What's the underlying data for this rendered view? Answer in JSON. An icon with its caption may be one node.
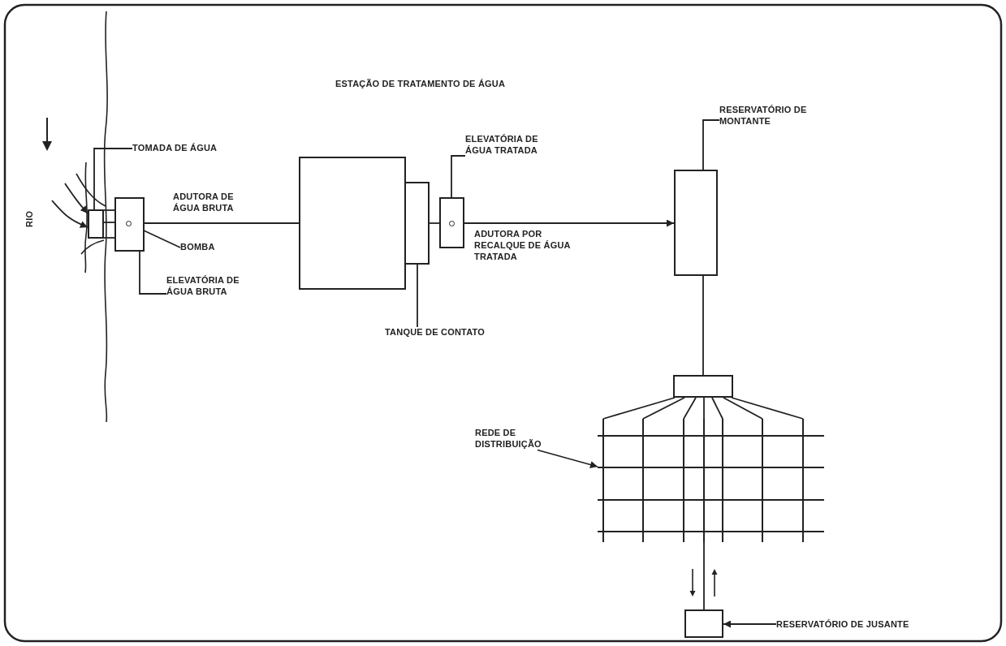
{
  "diagram": {
    "nodes": [
      {
        "text": [
          "TOMADA DE ÁGUA"
        ]
      },
      {
        "text": [],
        "shape": "box"
      },
      {
        "text": [],
        "shape": "box"
      },
      {
        "text": [],
        "shape": "circle",
        "in": 2
      },
      {
        "text": [
          "BOMBA"
        ]
      },
      {
        "text": [
          "ELEVATÓRIA DE ÁGUA BRUTA"
        ]
      },
      {
        "text": [],
        "shape": "box"
      },
      {
        "text": [],
        "shape": "box"
      },
      {
        "text": [
          "TANQUE DE CONTATO"
        ]
      },
      {
        "text": [],
        "shape": "box"
      },
      {
        "text": [],
        "shape": "circle",
        "in": 9
      },
      {
        "text": [
          "ELEVATÓRIA DE ÁGUA TRATADA"
        ]
      },
      {
        "text": [],
        "shape": "box"
      },
      {
        "text": [
          "RESERVATÓRIO DE MONTANTE"
        ]
      },
      {
        "text": [],
        "shape": "box"
      },
      {
        "text": [
          "REDE DE DISTRIBUIÇÃO"
        ]
      },
      {
        "text": [],
        "shape": "grid"
      },
      {
        "text": [],
        "shape": "box"
      },
      {
        "text": [
          "RESERVATÓRIO DE JUSANTE"
        ]
      }
    ],
    "edges": [
      {
        "from": 0,
        "to": 1,
        "arrow": "none"
      },
      {
        "from": 1,
        "to": 2,
        "arrow": "none"
      },
      {
        "from": 1,
        "to": 2,
        "arrow": "none"
      },
      {
        "from": 1,
        "to": 2,
        "arrow": "none"
      },
      {
        "from": 4,
        "to": 3,
        "arrow": "none"
      },
      {
        "from": 5,
        "to": 2,
        "arrow": "none"
      },
      {
        "from": 2,
        "to": 6,
        "arrow": "none",
        "label": "ADUTORA DE ÁGUA BRUTA"
      },
      {
        "from": 8,
        "to": 7,
        "arrow": "none"
      },
      {
        "from": 7,
        "to": 9,
        "arrow": "none"
      },
      {
        "from": 11,
        "to": 9,
        "arrow": "none"
      },
      {
        "from": 9,
        "to": 12,
        "arrow": "to",
        "label": "ADUTORA POR RECALQUE DE ÁGUA TRATADA"
      },
      {
        "from": 13,
        "to": 12,
        "arrow": "none"
      },
      {
        "from": 12,
        "to": 14,
        "arrow": "none"
      },
      {
        "from": 14,
        "to": 16,
        "arrow": "none"
      },
      {
        "from": 14,
        "to": 16,
        "arrow": "none"
      },
      {
        "from": 14,
        "to": 16,
        "arrow": "none"
      },
      {
        "from": 14,
        "to": 16,
        "arrow": "none"
      },
      {
        "from": 14,
        "to": 16,
        "arrow": "none"
      },
      {
        "from": 14,
        "to": 16,
        "arrow": "none"
      },
      {
        "from": 14,
        "to": 16,
        "arrow": "none"
      },
      {
        "from": 16,
        "to": 17,
        "arrow": "none"
      },
      {
        "from": 15,
        "to": 16,
        "arrow": "to"
      },
      {
        "from": 18,
        "to": 17,
        "arrow": "to"
      },
      {
        "from": null,
        "to": 1,
        "arrow": "to"
      },
      {
        "from": null,
        "to": 1,
        "arrow": "to"
      }
    ],
    "labels": [
      "ESTAÇÃO DE TRATAMENTO DE ÁGUA",
      "RIO"
    ]
  }
}
